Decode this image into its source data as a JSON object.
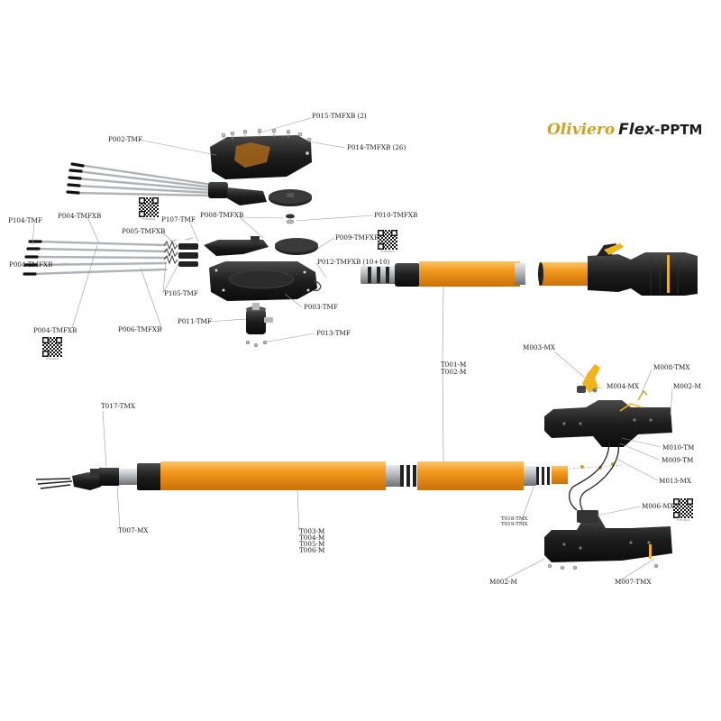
{
  "brand": {
    "name": "Oliviero",
    "line": "Flex",
    "model": "-PPTM",
    "accent_color": "#c9a227",
    "text_color": "#1e1e1e"
  },
  "colors": {
    "tube_orange": "#f39a1e",
    "tube_orange_dark": "#d77d0c",
    "part_black": "#1c1c1c",
    "metal": "#b9bcc0",
    "leader_line": "#9a9a9a"
  },
  "qr_caption": "TUTORIAL",
  "labels": {
    "p015": "P015-TMFXB (2)",
    "p014": "P014-TMFXB (26)",
    "p002": "P002-TMF",
    "p008": "P008-TMFXB",
    "p010": "P010-TMFXB",
    "p107": "P107-TMF",
    "p104": "P104-TMF",
    "p004a": "P004-TMFXB",
    "p005": "P005-TMFXB",
    "p009": "P009-TMFXB",
    "p004b": "P004-TMFXB",
    "p012": "P012-TMFXB (10+10)",
    "p105": "P105-TMF",
    "p003": "P003-TMF",
    "p011": "P011-TMF",
    "p006": "P006-TMFXB",
    "p013": "P013-TMF",
    "p004c": "P004-TMFXB",
    "t001": "T001-M",
    "t002": "T002-M",
    "m003": "M003-MX",
    "m008": "M008-TMX",
    "m004": "M004-MX",
    "m002a": "M002-M",
    "t017": "T017-TMX",
    "m010": "M010-TM",
    "m009": "M009-TM",
    "m013": "M013-MX",
    "m006": "M006-MX",
    "t018": "T018-TMX",
    "t019": "T019-TMX",
    "t007": "T007-MX",
    "t003": "T003-M",
    "t004": "T004-M",
    "t005": "T005-M",
    "t006": "T006-M",
    "m002b": "M002-M",
    "m007": "M007-TMX"
  }
}
